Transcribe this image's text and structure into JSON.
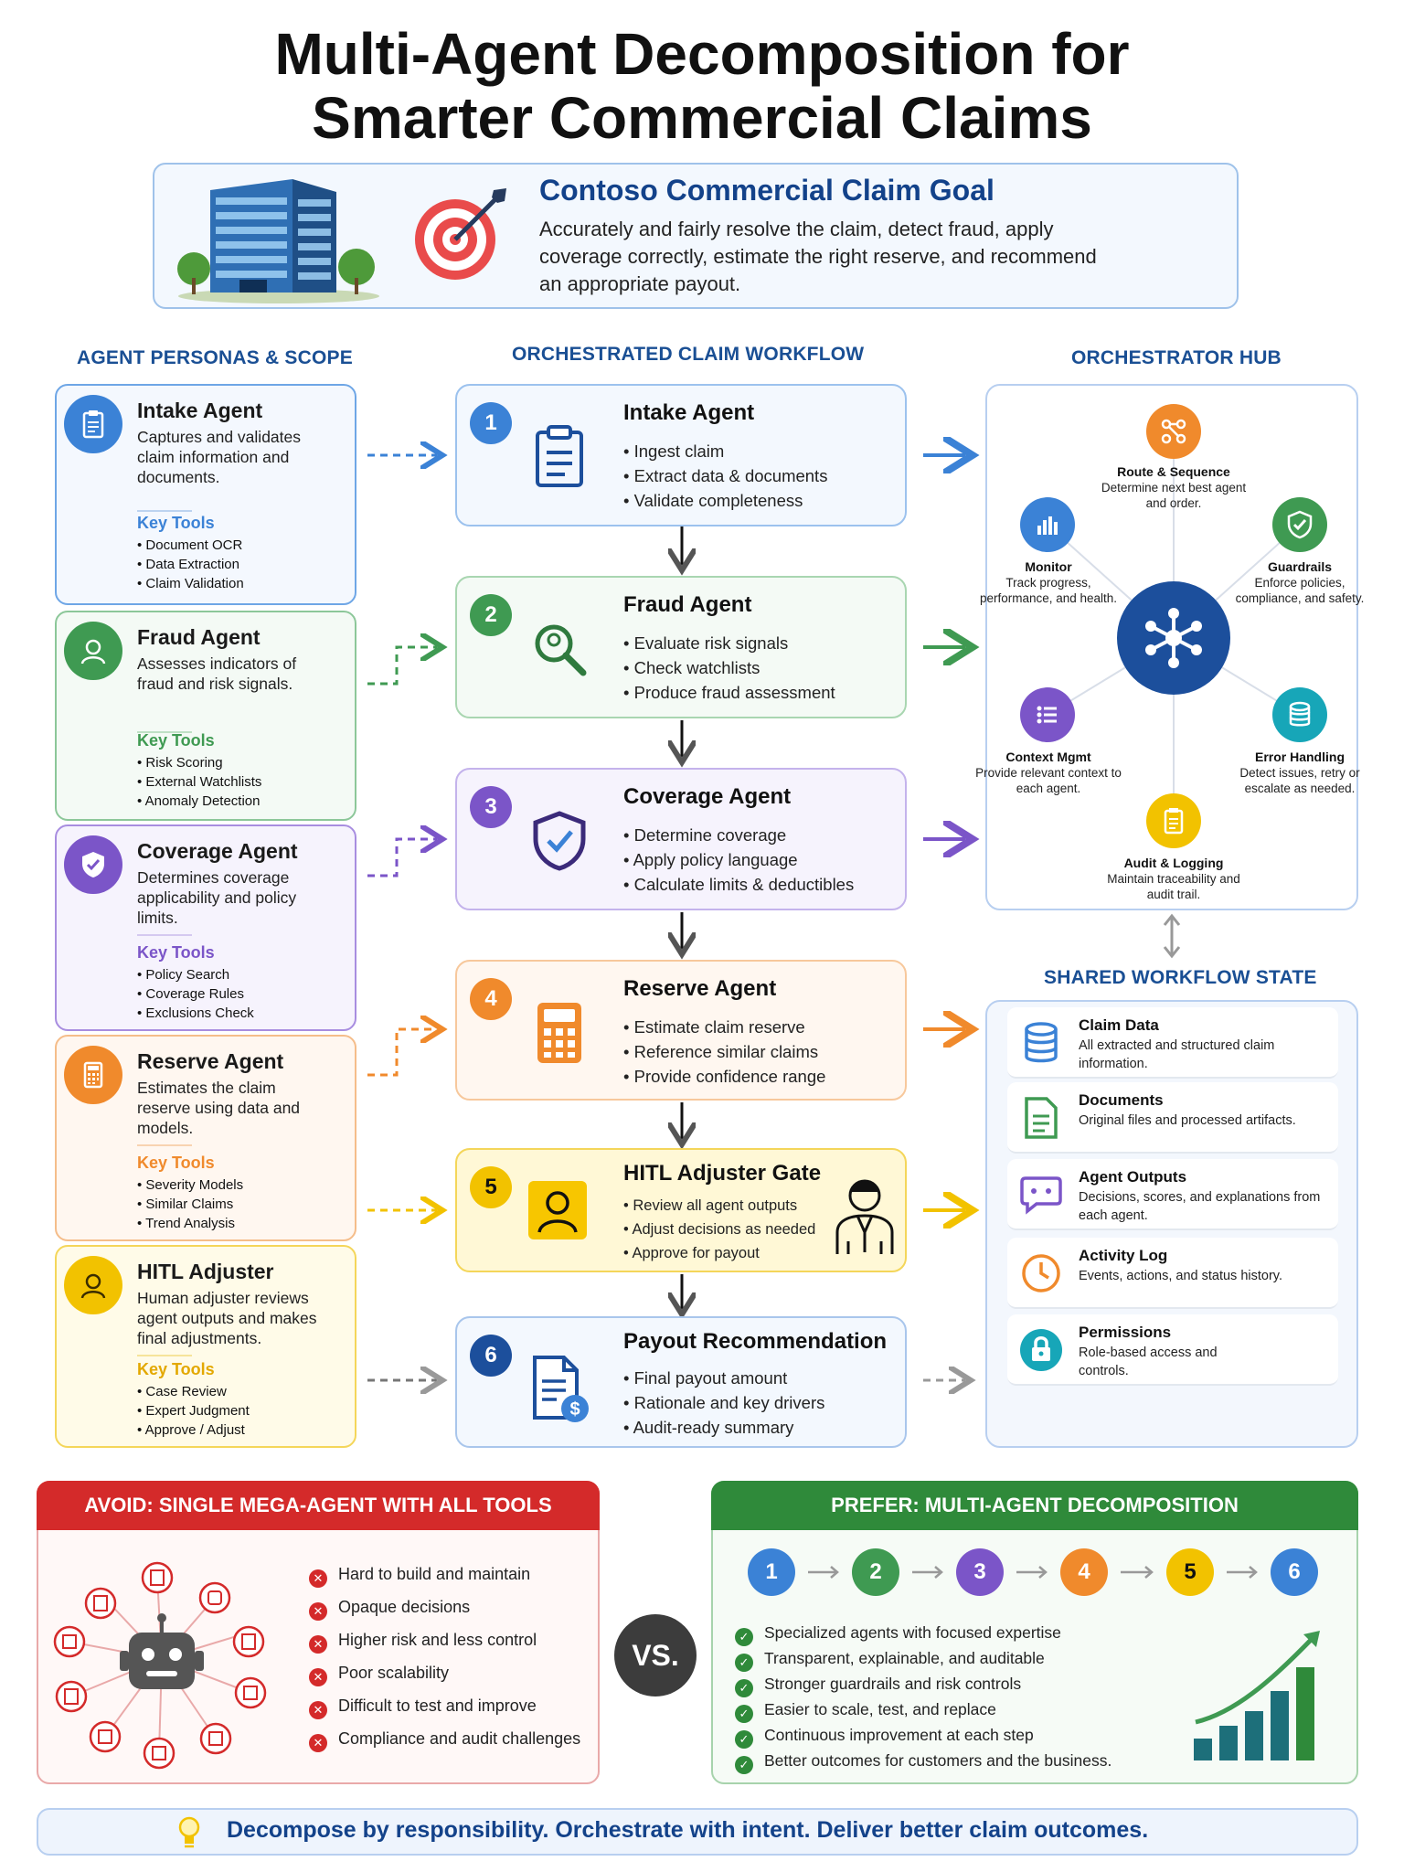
{
  "title": {
    "line1": "Multi-Agent Decomposition for",
    "line2": "Smarter Commercial Claims"
  },
  "goal": {
    "title": "Contoso Commercial Claim Goal",
    "text": "Accurately and fairly resolve the claim, detect fraud, apply coverage correctly, estimate the right reserve, and recommend an appropriate payout."
  },
  "sections": {
    "personas": "AGENT PERSONAS & SCOPE",
    "workflow": "ORCHESTRATED CLAIM WORKFLOW",
    "hub": "ORCHESTRATOR HUB",
    "state": "SHARED WORKFLOW STATE"
  },
  "key_tools_label": "Key Tools",
  "personas": [
    {
      "title": "Intake Agent",
      "desc": "Captures and validates claim information and documents.",
      "tools": [
        "• Document OCR",
        "• Data Extraction",
        "• Claim Validation"
      ]
    },
    {
      "title": "Fraud Agent",
      "desc": "Assesses indicators of fraud and risk signals.",
      "tools": [
        "• Risk Scoring",
        "• External Watchlists",
        "• Anomaly Detection"
      ]
    },
    {
      "title": "Coverage Agent",
      "desc": "Determines coverage applicability and policy limits.",
      "tools": [
        "• Policy Search",
        "• Coverage Rules",
        "• Exclusions Check"
      ]
    },
    {
      "title": "Reserve Agent",
      "desc": "Estimates the claim reserve using data and models.",
      "tools": [
        "• Severity Models",
        "• Similar Claims",
        "• Trend Analysis"
      ]
    },
    {
      "title": "HITL Adjuster",
      "desc": "Human adjuster reviews agent outputs and makes final adjustments.",
      "tools": [
        "• Case Review",
        "• Expert Judgment",
        "• Approve / Adjust"
      ]
    }
  ],
  "steps": [
    {
      "num": "1",
      "title": "Intake Agent",
      "bullets": [
        "• Ingest claim",
        "• Extract data & documents",
        "• Validate completeness"
      ]
    },
    {
      "num": "2",
      "title": "Fraud Agent",
      "bullets": [
        "• Evaluate risk signals",
        "• Check watchlists",
        "• Produce fraud assessment"
      ]
    },
    {
      "num": "3",
      "title": "Coverage Agent",
      "bullets": [
        "• Determine coverage",
        "• Apply policy language",
        "• Calculate limits & deductibles"
      ]
    },
    {
      "num": "4",
      "title": "Reserve Agent",
      "bullets": [
        "• Estimate claim reserve",
        "• Reference similar claims",
        "• Provide confidence range"
      ]
    },
    {
      "num": "5",
      "title": "HITL Adjuster Gate",
      "bullets": [
        "• Review all agent outputs",
        "• Adjust decisions as needed",
        "• Approve for payout"
      ]
    },
    {
      "num": "6",
      "title": "Payout Recommendation",
      "bullets": [
        "• Final payout amount",
        "• Rationale and key drivers",
        "• Audit-ready summary"
      ]
    }
  ],
  "hub": [
    {
      "title": "Route & Sequence",
      "desc": "Determine next best agent and order."
    },
    {
      "title": "Monitor",
      "desc": "Track progress, performance, and health."
    },
    {
      "title": "Guardrails",
      "desc": "Enforce policies, compliance, and safety."
    },
    {
      "title": "Context Mgmt",
      "desc": "Provide relevant context to each agent."
    },
    {
      "title": "Error Handling",
      "desc": "Detect issues, retry or escalate as needed."
    },
    {
      "title": "Audit & Logging",
      "desc": "Maintain traceability and audit trail."
    }
  ],
  "state": [
    {
      "title": "Claim Data",
      "desc": "All extracted and structured claim information."
    },
    {
      "title": "Documents",
      "desc": "Original files and processed artifacts."
    },
    {
      "title": "Agent Outputs",
      "desc": "Decisions, scores, and explanations from each agent."
    },
    {
      "title": "Activity Log",
      "desc": "Events, actions, and status history."
    },
    {
      "title": "Permissions",
      "desc": "Role-based access and controls."
    }
  ],
  "avoid": {
    "header": "AVOID: SINGLE MEGA-AGENT WITH ALL TOOLS",
    "items": [
      "Hard to build and maintain",
      "Opaque decisions",
      "Higher risk and less control",
      "Poor scalability",
      "Difficult to test and improve",
      "Compliance and audit challenges"
    ]
  },
  "vs": "VS.",
  "prefer": {
    "header": "PREFER: MULTI-AGENT DECOMPOSITION",
    "nums": [
      "1",
      "2",
      "3",
      "4",
      "5",
      "6"
    ],
    "items": [
      "Specialized agents with focused expertise",
      "Transparent, explainable, and auditable",
      "Stronger guardrails and risk controls",
      "Easier to scale, test, and replace",
      "Continuous improvement at each step",
      "Better outcomes for customers and the business."
    ]
  },
  "banner": "Decompose by responsibility. Orchestrate with intent. Deliver better claim outcomes.",
  "colors": {
    "blue": "#3b82d6",
    "green": "#3f9a52",
    "purple": "#7b55c8",
    "orange": "#f08a2c",
    "yellow": "#f2c200",
    "navy": "#1c4f9c"
  },
  "icons": {
    "goal": [
      "office-building-icon",
      "target-icon"
    ],
    "personas": [
      "clipboard-icon",
      "user-icon",
      "shield-check-icon",
      "calculator-icon",
      "user-icon"
    ],
    "steps": [
      "clipboard-icon",
      "magnifier-icon",
      "shield-check-icon",
      "calculator-icon",
      "adjuster-icon",
      "invoice-dollar-icon"
    ],
    "hub": [
      "network-hub-icon",
      "route-icon",
      "bar-chart-icon",
      "shield-check-icon",
      "list-icon",
      "database-icon",
      "clipboard-icon"
    ],
    "state": [
      "database-icon",
      "document-icon",
      "chat-icon",
      "clock-icon",
      "lock-icon"
    ],
    "avoid": "robot-icon",
    "prefer": "growth-chart-icon",
    "banner": "lightbulb-icon"
  }
}
